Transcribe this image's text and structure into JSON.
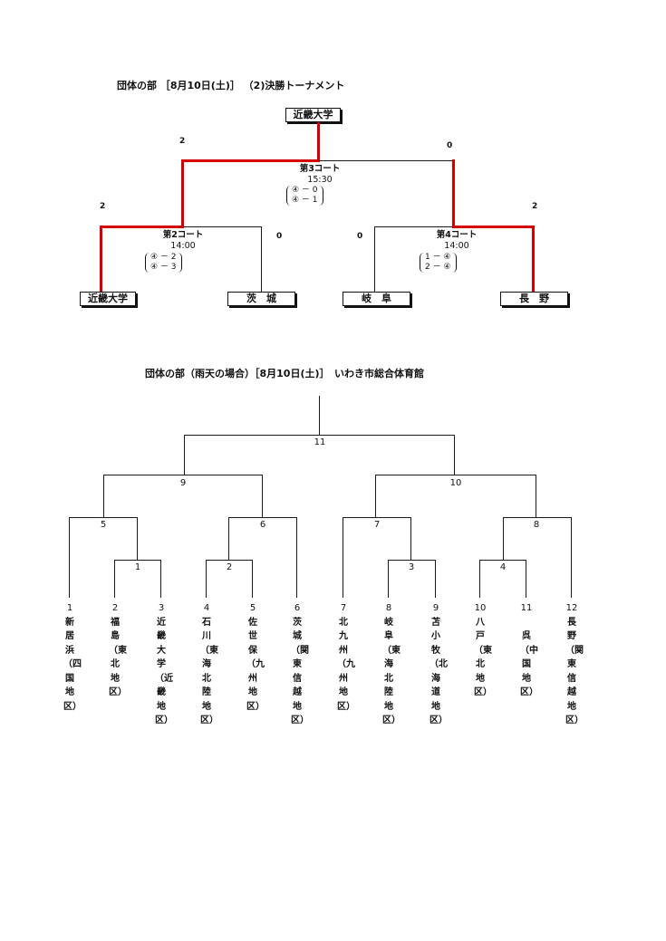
{
  "final": {
    "title": "団体の部 ［8月10日(土)］ （2)決勝トーナメント",
    "winner": "近畿大学",
    "top_scores": {
      "left": "2",
      "right": "0"
    },
    "court3": {
      "name": "第3コート",
      "time": "15:30",
      "rows": [
        "④ － 0",
        "④ － 1"
      ]
    },
    "court2": {
      "name": "第2コート",
      "time": "14:00",
      "rows": [
        "④ － 2",
        "④ － 3"
      ]
    },
    "court4": {
      "name": "第4コート",
      "time": "14:00",
      "rows": [
        "1 － ④",
        "2 － ④"
      ]
    },
    "mid_scores": {
      "a": "2",
      "b": "0",
      "c": "0",
      "d": "2"
    },
    "teams": [
      "近畿大学",
      "茨　城",
      "岐　阜",
      "長　野"
    ]
  },
  "rain": {
    "title": "団体の部（雨天の場合）［8月10日(土)］　いわき市総合体育館",
    "matches": [
      "11",
      "9",
      "10",
      "5",
      "6",
      "7",
      "8",
      "1",
      "2",
      "3",
      "4"
    ],
    "teams": [
      {
        "num": "1",
        "name": "新居浜（四国地区）"
      },
      {
        "num": "2",
        "name": "福　島（東北地区）"
      },
      {
        "num": "3",
        "name": "近畿大学（近畿地区）"
      },
      {
        "num": "4",
        "name": "石　川（東海北陸地区）"
      },
      {
        "num": "5",
        "name": "佐世保（九州地区）"
      },
      {
        "num": "6",
        "name": "茨　城（関東信越地区）"
      },
      {
        "num": "7",
        "name": "北九州（九州地区）"
      },
      {
        "num": "8",
        "name": "岐　阜（東海北陸地区）"
      },
      {
        "num": "9",
        "name": "苫小牧（北海道地区）"
      },
      {
        "num": "10",
        "name": "八　戸（東北地区）"
      },
      {
        "num": "11",
        "name": "　呉　（中国地区）"
      },
      {
        "num": "12",
        "name": "長　野（関東信越地区）"
      }
    ]
  },
  "colors": {
    "win_line": "#d40000",
    "line": "#1a1a1a"
  }
}
